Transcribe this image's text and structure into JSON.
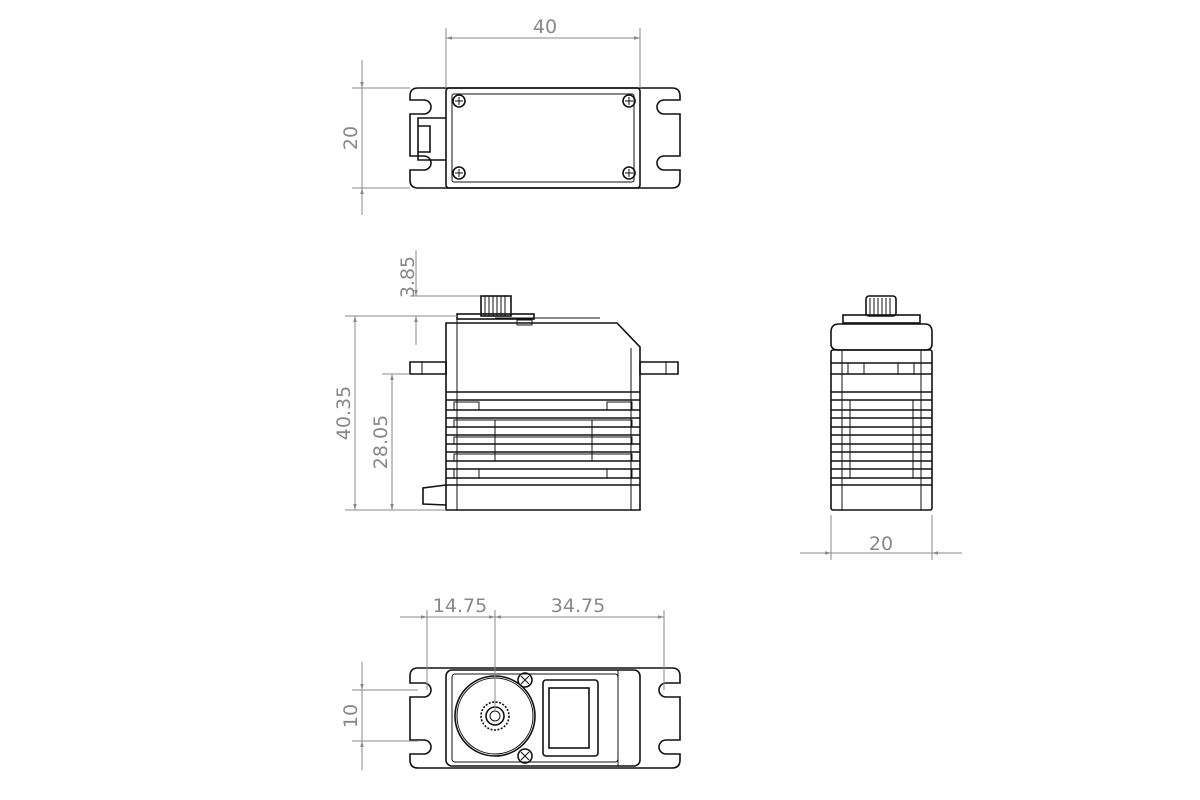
{
  "drawing": {
    "top_view": {
      "dim_width": "40",
      "dim_height": "20"
    },
    "front_view": {
      "dim_horn_height": "3.85",
      "dim_total_height": "40.35",
      "dim_flange_height": "28.05"
    },
    "side_view": {
      "dim_width": "20"
    },
    "bottom_view": {
      "dim_horn_offset": "14.75",
      "dim_mount_offset": "34.75",
      "dim_hole_spacing": "10"
    }
  }
}
